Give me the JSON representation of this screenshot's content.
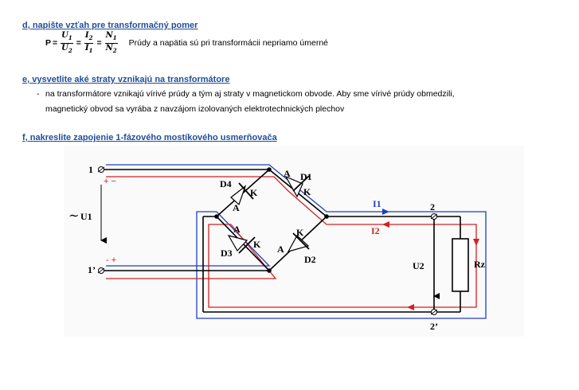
{
  "section_d": {
    "heading": "d, napište vzťah pre transformačný pomer",
    "formula": {
      "lhs": "P",
      "eq": "=",
      "f1": {
        "num": "U",
        "num_sub": "1",
        "den": "U",
        "den_sub": "2"
      },
      "f2": {
        "num": "I",
        "num_sub": "2",
        "den": "I",
        "den_sub": "1"
      },
      "f3": {
        "num": "N",
        "num_sub": "1",
        "den": "N",
        "den_sub": "2"
      }
    },
    "note": "Prúdy a napätia sú pri transformácii nepriamo úmerné"
  },
  "section_e": {
    "heading": "e, vysvetlite aké straty vznikajú na transformátore",
    "bullet": "-",
    "line1": "na transformátore vznikajú vírivé prúdy a tým aj straty v magnetickom obvode. Aby sme vírivé prúdy obmedzili,",
    "line2": "magnetický obvod sa vyrába z navzájom izolovaných elektrotechnických plechov"
  },
  "section_f": {
    "heading": "f, nakreslite zapojenie 1-fázového mostíkového usmerňovača"
  },
  "diagram": {
    "terminal_1": "1",
    "terminal_1p": "1’",
    "terminal_2": "2",
    "terminal_2p": "2’",
    "polarity_top": "+ −",
    "polarity_bottom": "- +",
    "source_symbol": "∼",
    "source_label": "U1",
    "d1": "D1",
    "d2": "D2",
    "d3": "D3",
    "d4": "D4",
    "anode": "A",
    "cathode": "K",
    "current_i1": "I1",
    "current_i2": "I2",
    "output_voltage": "U2",
    "load": "Rz",
    "colors": {
      "blue": "#1f3fc4",
      "red": "#d42020",
      "background": "#ffffff"
    }
  }
}
